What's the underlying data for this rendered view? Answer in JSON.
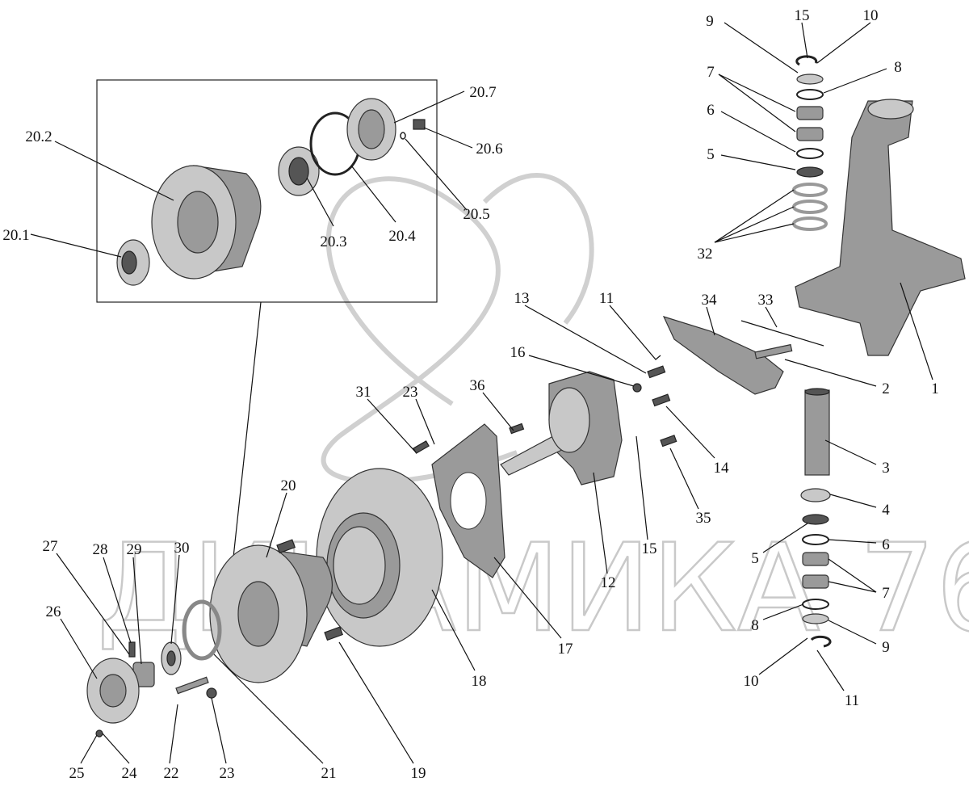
{
  "watermark": "ДИНАМИКА 76",
  "hub_assembly_callouts": [
    "20.1",
    "20.2",
    "20.3",
    "20.4",
    "20.5",
    "20.6",
    "20.7"
  ],
  "kingpin_top_callouts": [
    "15",
    "10",
    "9",
    "8",
    "7",
    "6",
    "5",
    "32"
  ],
  "kingpin_bottom_callouts": [
    "3",
    "4",
    "6",
    "5",
    "7",
    "8",
    "9",
    "10",
    "11"
  ],
  "knuckle_callouts": [
    "1",
    "2",
    "33",
    "34",
    "13",
    "11",
    "16",
    "14",
    "35",
    "15",
    "12",
    "36"
  ],
  "brake_hub_callouts": [
    "31",
    "23",
    "17",
    "18",
    "20",
    "19",
    "21",
    "23",
    "22",
    "24",
    "25",
    "26",
    "27",
    "28",
    "29",
    "30"
  ]
}
